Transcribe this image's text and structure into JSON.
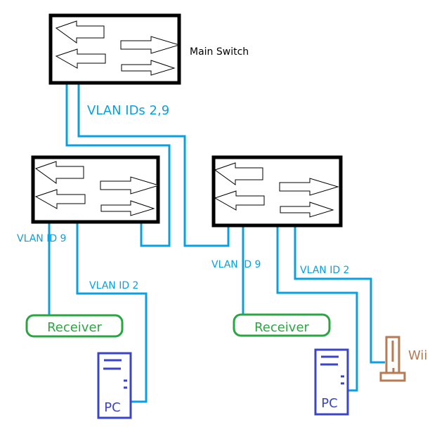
{
  "colors": {
    "wire": "#0aa0e0",
    "switch_border": "#000000",
    "receiver": "#2aa640",
    "pc": "#3b44c4",
    "wii": "#b77a52"
  },
  "labels": {
    "main_switch": "Main Switch",
    "trunk": "VLAN IDs 2,9",
    "left_vlan9": "VLAN ID 9",
    "left_vlan2": "VLAN ID 2",
    "right_vlan9": "VLAN ID 9",
    "right_vlan2": "VLAN ID 2",
    "left_receiver": "Receiver",
    "right_receiver": "Receiver",
    "left_pc": "PC",
    "right_pc": "PC",
    "wii": "Wii"
  },
  "nodes": [
    {
      "id": "main-switch",
      "type": "switch",
      "label": "Main Switch"
    },
    {
      "id": "left-switch",
      "type": "switch"
    },
    {
      "id": "right-switch",
      "type": "switch"
    },
    {
      "id": "left-receiver",
      "type": "receiver",
      "label": "Receiver"
    },
    {
      "id": "right-receiver",
      "type": "receiver",
      "label": "Receiver"
    },
    {
      "id": "left-pc",
      "type": "pc",
      "label": "PC"
    },
    {
      "id": "right-pc",
      "type": "pc",
      "label": "PC"
    },
    {
      "id": "wii",
      "type": "console",
      "label": "Wii"
    }
  ],
  "links": [
    {
      "from": "main-switch",
      "to": "left-switch",
      "vlan": "2,9"
    },
    {
      "from": "main-switch",
      "to": "right-switch",
      "vlan": "2,9"
    },
    {
      "from": "left-switch",
      "to": "left-receiver",
      "vlan": "9"
    },
    {
      "from": "left-switch",
      "to": "left-pc",
      "vlan": "2"
    },
    {
      "from": "right-switch",
      "to": "right-receiver",
      "vlan": "9"
    },
    {
      "from": "right-switch",
      "to": "right-pc",
      "vlan": "2"
    },
    {
      "from": "right-switch",
      "to": "wii",
      "vlan": "2"
    }
  ]
}
